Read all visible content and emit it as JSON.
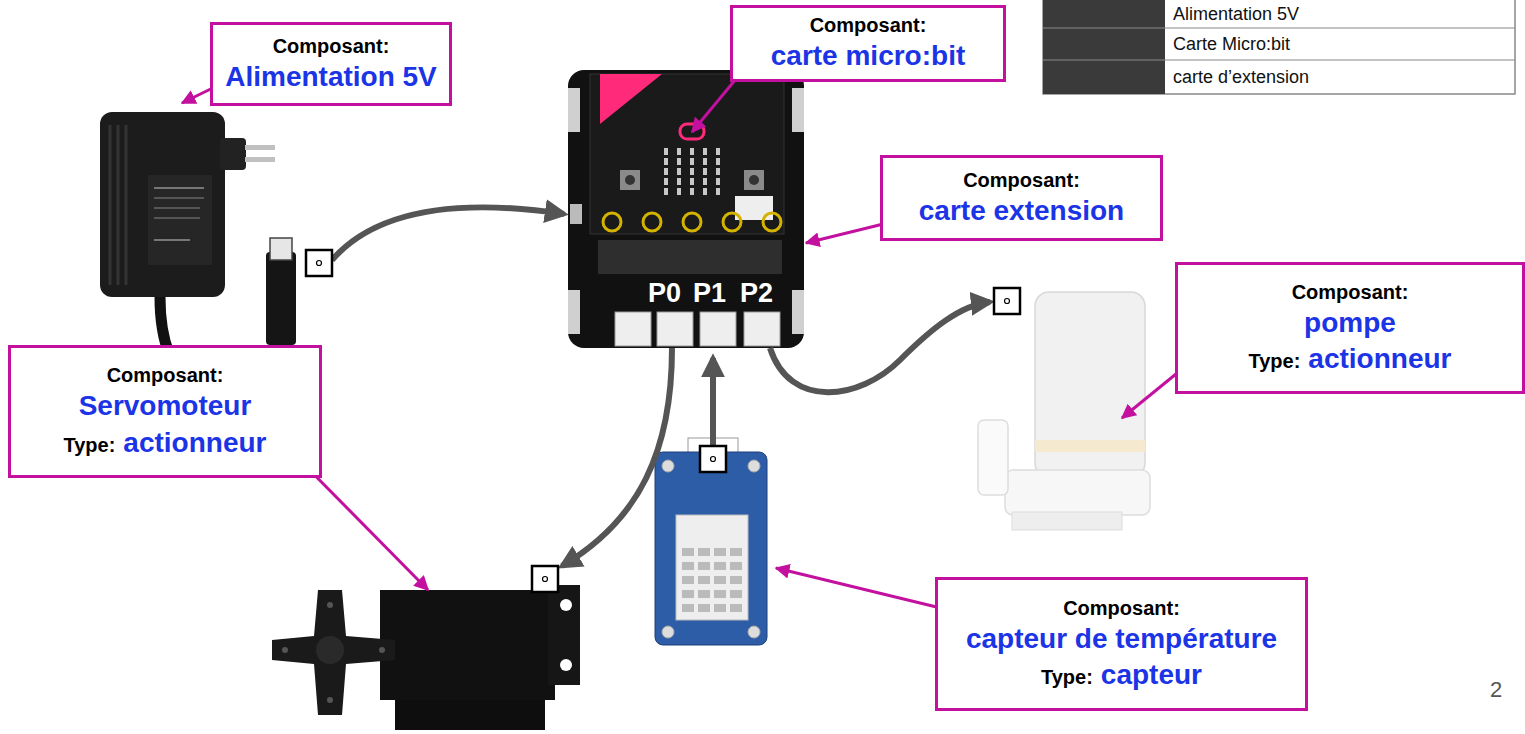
{
  "diagram": {
    "nodes": [
      {
        "text": [
          "Composant:",
          "Alimentation 5V"
        ]
      },
      {
        "text": [
          "Composant:",
          "carte micro:bit"
        ]
      },
      {
        "text": [
          "Composant:",
          "carte extension"
        ]
      },
      {
        "text": [
          "Composant:",
          "pompe",
          "Type:",
          "actionneur"
        ]
      },
      {
        "text": [
          "Composant:",
          "Servomoteur",
          "Type:",
          "actionneur"
        ]
      },
      {
        "text": [
          "Composant:",
          "capteur de température",
          "Type:",
          "capteur"
        ]
      }
    ],
    "labels": [
      "Alimentation 5V",
      "Carte Micro:bit",
      "carte d’extension",
      "P0",
      "P1",
      "P2",
      "2"
    ]
  }
}
